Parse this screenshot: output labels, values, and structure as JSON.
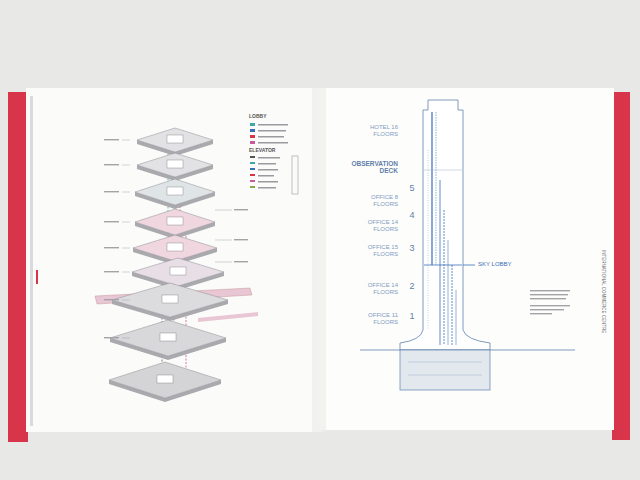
{
  "diagram": {
    "labels": [
      "LOBBY",
      "ELEVATOR",
      "HOTEL 16 FLOORS",
      "OBSERVATION DECK",
      "OFFICE 8 FLOORS",
      "5",
      "OFFICE 14 FLOORS",
      "4",
      "OFFICE 15 FLOORS",
      "3",
      "SKY LOBBY",
      "OFFICE 14 FLOORS",
      "2",
      "OFFICE 11 FLOORS",
      "1",
      "INTERNATIONAL COMMERCE CENTRE"
    ]
  }
}
